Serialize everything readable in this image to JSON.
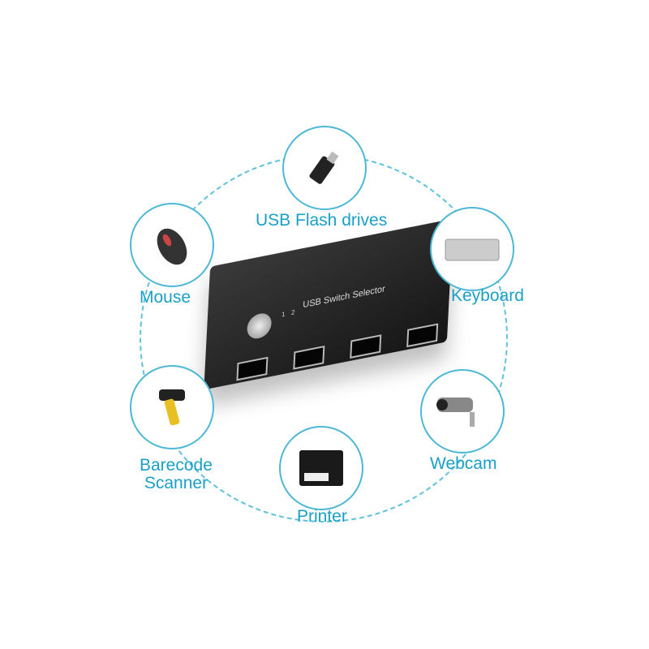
{
  "device": {
    "title": "USB Switch Selector",
    "buttons": [
      "1",
      "2"
    ]
  },
  "peripherals": [
    {
      "label": "USB Flash drives",
      "icon": "usb-flash-drive-icon"
    },
    {
      "label": "Mouse",
      "icon": "mouse-icon"
    },
    {
      "label": "Keyboard",
      "icon": "keyboard-icon"
    },
    {
      "label": "Barecode",
      "label2": "Scanner",
      "icon": "barcode-scanner-icon"
    },
    {
      "label": "Webcam",
      "icon": "webcam-icon"
    },
    {
      "label": "Printer",
      "icon": "printer-icon"
    }
  ],
  "colors": {
    "accent": "#1a9fc7",
    "ring": "#5fc3dc"
  }
}
